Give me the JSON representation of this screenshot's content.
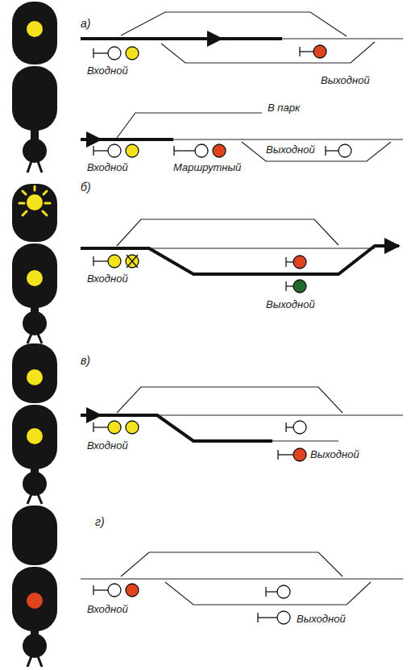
{
  "diagram": {
    "labels": [
      "а)",
      "Входной",
      "Выходной",
      "В парк",
      "Входной",
      "Маршрутный",
      "Выходной",
      "б)",
      "Входной",
      "Выходной",
      "в)",
      "Входной",
      "Выходной",
      "г)",
      "Входной",
      "Выходной"
    ]
  }
}
